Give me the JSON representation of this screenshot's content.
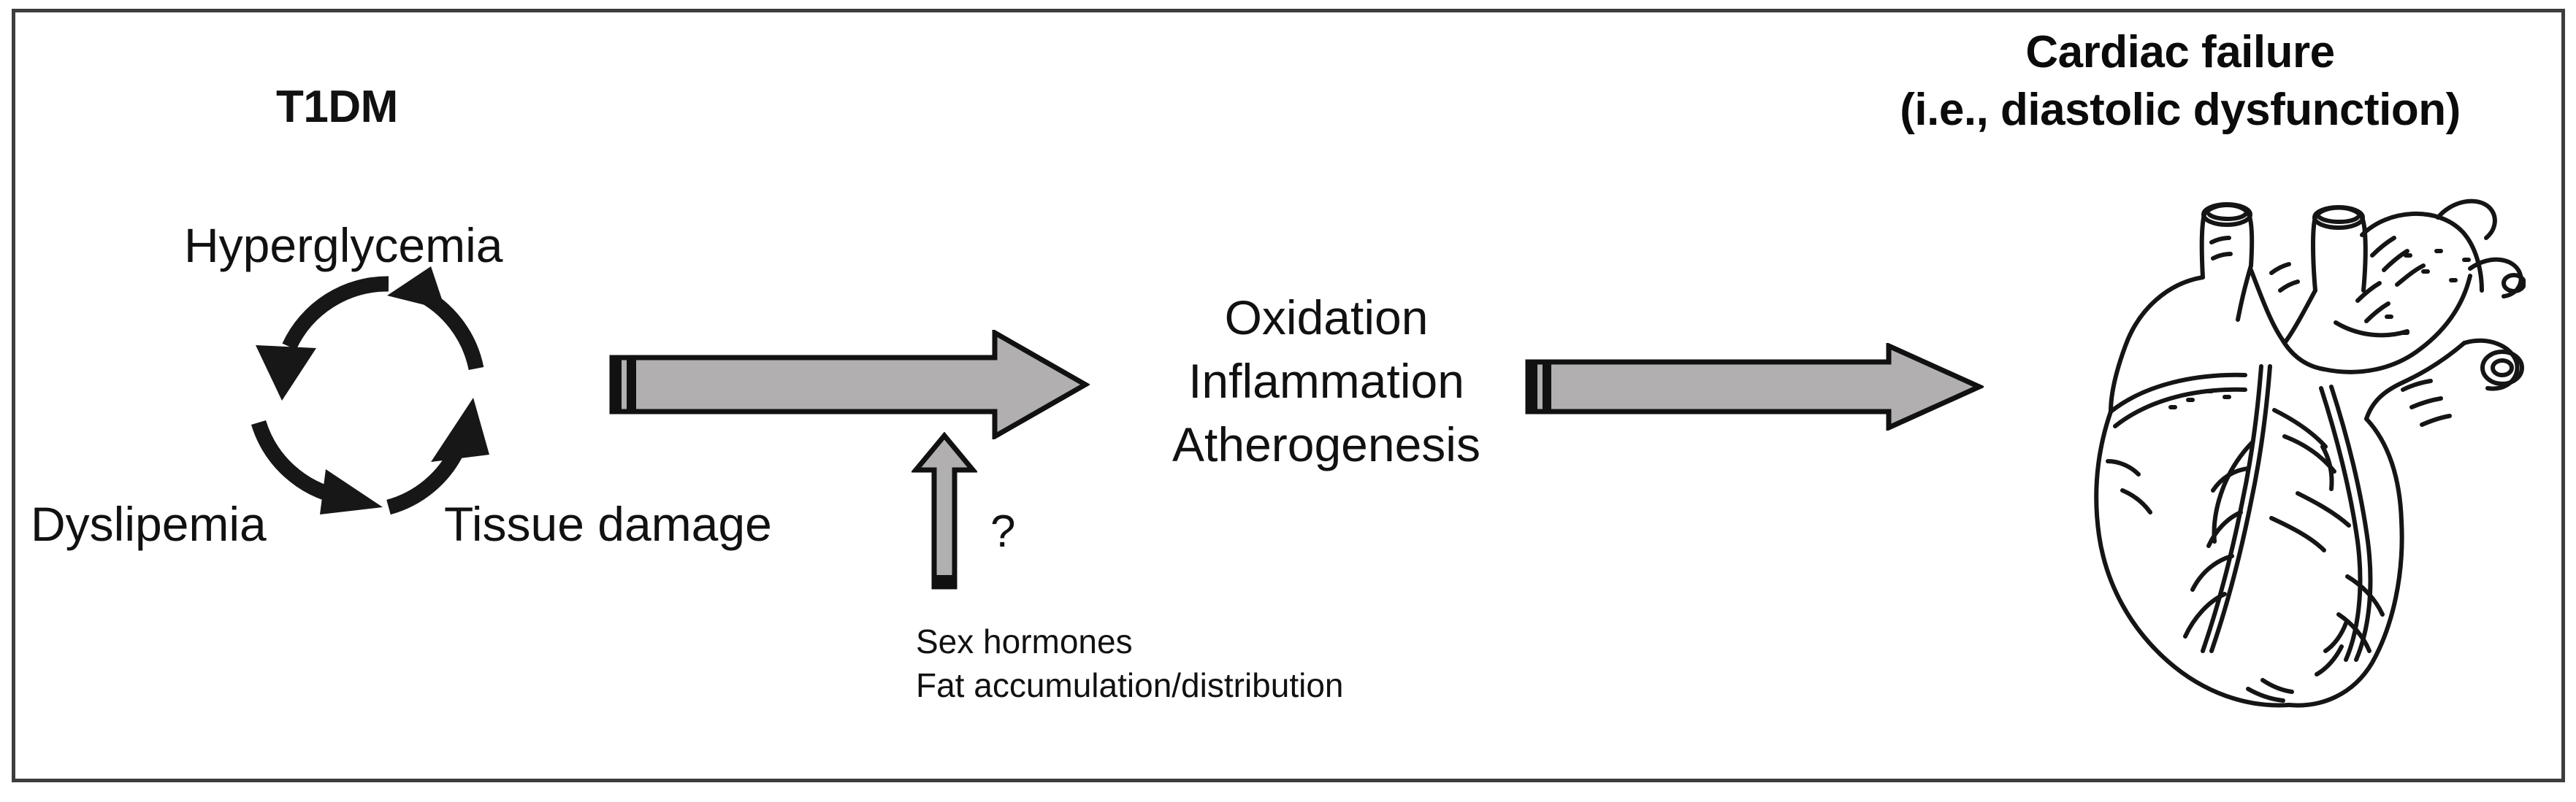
{
  "figure": {
    "title_top_right": {
      "line1": "Cardiac failure",
      "line2": "(i.e., diastolic dysfunction)"
    },
    "left_cluster": {
      "disease_label": "T1DM",
      "cycle_nodes": {
        "top": "Hyperglycemia",
        "bottom_left": "Dyslipemia",
        "bottom_right": "Tissue damage"
      }
    },
    "center_cluster": {
      "terms": [
        "Oxidation",
        "Inflammation",
        "Atherogenesis"
      ]
    },
    "modifier_cluster": {
      "question_mark": "?",
      "factors": [
        "Sex hormones",
        "Fat accumulation/distribution"
      ]
    },
    "icons": {
      "cycle": "circular-cycle-arrows-icon",
      "arrow_main": "right-block-arrow-icon",
      "arrow_second": "right-block-arrow-icon",
      "arrow_question": "up-block-arrow-icon",
      "heart": "anatomical-heart-icon"
    },
    "colors": {
      "arrow_fill": "#b1afaf",
      "arrow_stroke": "#111111",
      "frame_border": "#3d3d3d",
      "text": "#111111",
      "background": "#ffffff"
    }
  }
}
